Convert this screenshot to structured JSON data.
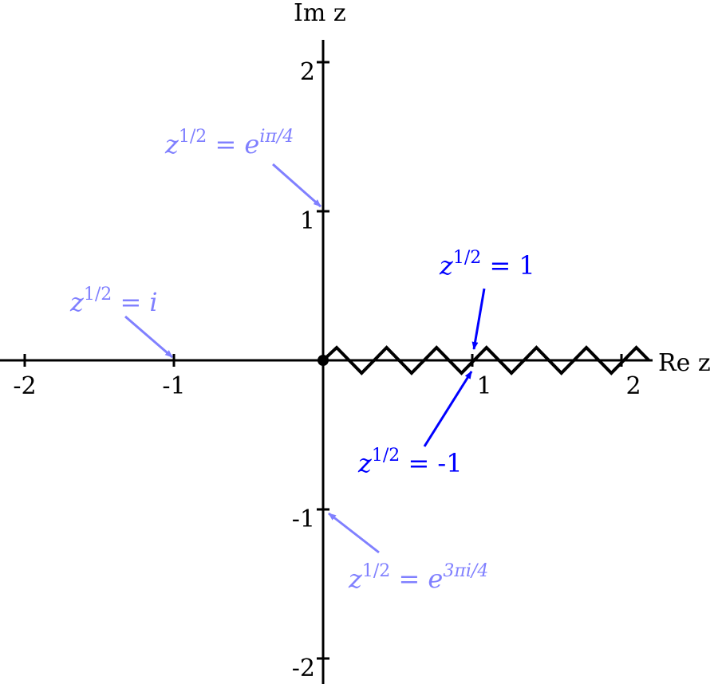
{
  "axes": {
    "x_label": "Re z",
    "y_label": "Im z",
    "x_ticks": [
      "-2",
      "-1",
      "1",
      "2"
    ],
    "y_ticks": [
      "2",
      "1",
      "-1",
      "-2"
    ],
    "x_tick_values": [
      -2,
      -1,
      1,
      2
    ],
    "y_tick_values": [
      2,
      1,
      -1,
      -2
    ],
    "range": [
      -2.2,
      2.2
    ]
  },
  "branch_cut": {
    "from": 0,
    "to": 2.2,
    "style": "zigzag"
  },
  "branch_point": {
    "re": 0,
    "im": 0
  },
  "annotations": [
    {
      "base": "z",
      "sup": "1/2",
      "eq": " = ",
      "rhs": "e",
      "rhs_sup": "iπ/4",
      "point": [
        0,
        1
      ],
      "color": "#8080ff"
    },
    {
      "base": "z",
      "sup": "1/2",
      "eq": " = ",
      "rhs": "i",
      "rhs_sup": "",
      "point": [
        -1,
        0
      ],
      "color": "#8080ff"
    },
    {
      "base": "z",
      "sup": "1/2",
      "eq": " = ",
      "rhs": "1",
      "rhs_sup": "",
      "point": [
        1,
        0
      ],
      "color": "#0000ff"
    },
    {
      "base": "z",
      "sup": "1/2",
      "eq": " = ",
      "rhs": "-1",
      "rhs_sup": "",
      "point": [
        1,
        0
      ],
      "color": "#0000ff"
    },
    {
      "base": "z",
      "sup": "1/2",
      "eq": " = ",
      "rhs": "e",
      "rhs_sup": "3πi/4",
      "point": [
        0,
        -1
      ],
      "color": "#8080ff"
    }
  ]
}
